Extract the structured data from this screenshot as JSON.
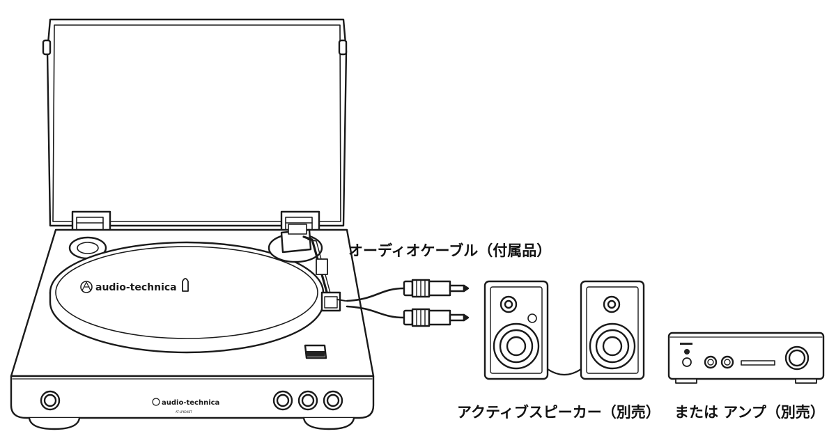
{
  "labels": {
    "audio_cable": "オーディオケーブル（付属品）",
    "active_speakers": "アクティブスピーカー（別売）",
    "or_amp": "または アンプ（別売）"
  },
  "branding": {
    "platter_logo_text": "audio-technica",
    "front_logo_text": "audio-technica",
    "model_text": "AT-LP60XBT"
  },
  "colors": {
    "line": "#1a1a1a",
    "background": "#ffffff",
    "shade": "#222222"
  }
}
